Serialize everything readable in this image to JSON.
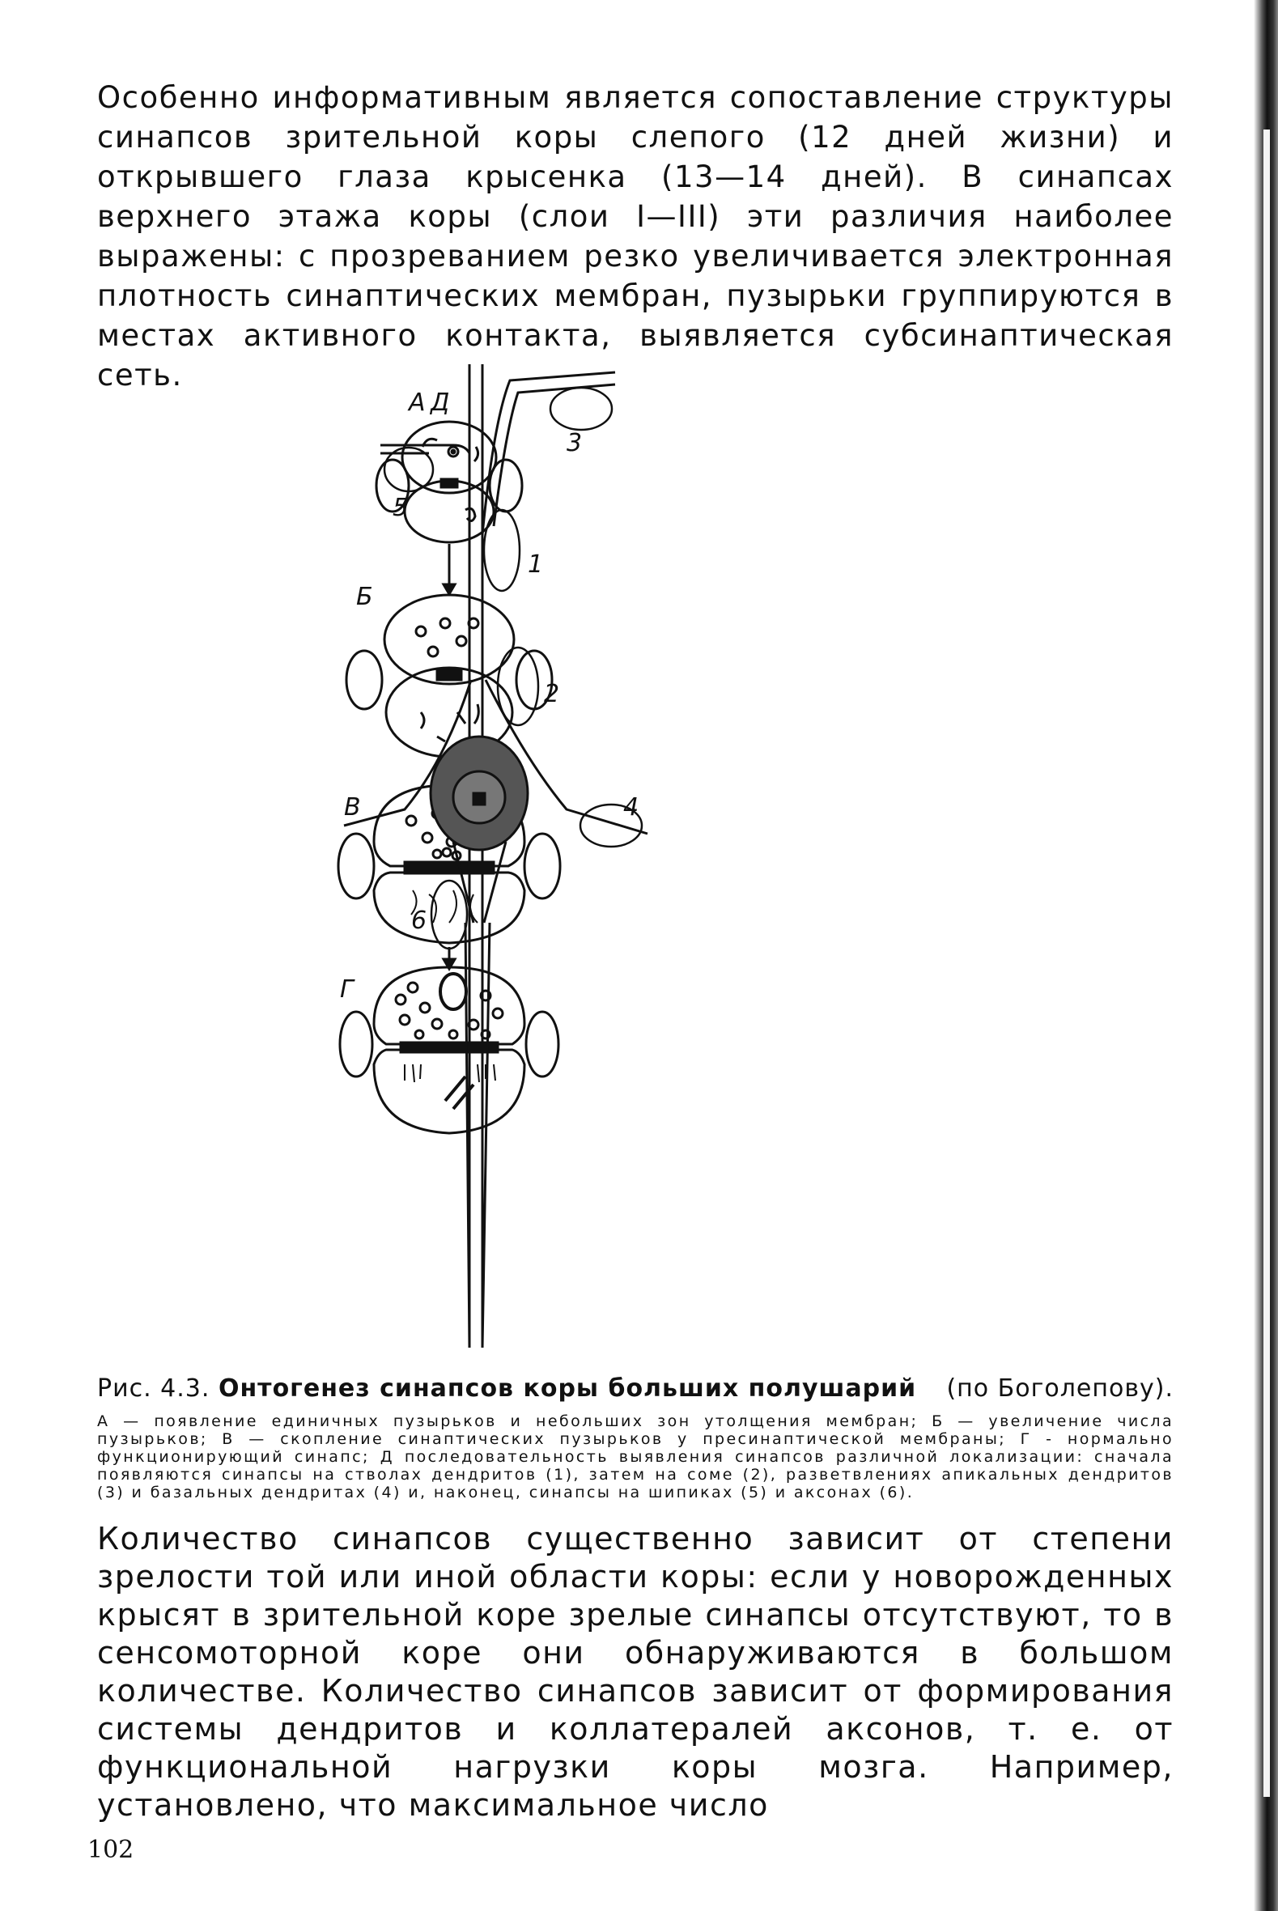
{
  "paragraph_top": "Особенно информативным является сопоставление структуры синапсов зрительной коры слепого (12 дней жизни) и открывшего глаза крысенка (13—14 дней). В синапсах верхнего этажа коры (слои I—III) эти различия наиболее выражены: с прозреванием резко увеличивается электронная плотность синаптических мембран, пузырьки группируются в местах активного контакта, выявляется субсинаптическая сеть.",
  "figure": {
    "labels": {
      "A": "А",
      "B": "Б",
      "V": "В",
      "G": "Г",
      "D": "Д",
      "n1": "1",
      "n2": "2",
      "n3": "3",
      "n4": "4",
      "n5": "5",
      "n6": "6"
    }
  },
  "caption": {
    "prefix": "Рис. 4.3.",
    "title": "Онтогенез синапсов коры больших полушарий",
    "author": "(по    Боголепову).",
    "body": "А — появление единичных пузырьков и небольших зон утолщения мембран; Б — увеличение числа пузырьков; В — скопление синаптических пузырьков у пресинаптической мембраны; Г - нормально функционирующий синапс; Д  последовательность выявления синапсов различной локализации: сначала появляются синапсы на стволах дендритов (1), затем на соме (2), разветвлениях апикальных дендритов (3) и базальных дендритах (4) и, наконец, синапсы на шипиках (5) и аксонах (6)."
  },
  "paragraph_bottom": "Количество синапсов существенно зависит от степени зрелости той или иной области коры: если у новорожденных крысят в зрительной коре зрелые синапсы отсутствуют, то в сенсомоторной коре они обнаруживаются в большом количестве. Количество синапсов зависит от формирования системы дендритов и коллатералей аксонов, т. е. от функциональной нагрузки коры мозга. Например, установлено, что максимальное число",
  "page_number": "102"
}
